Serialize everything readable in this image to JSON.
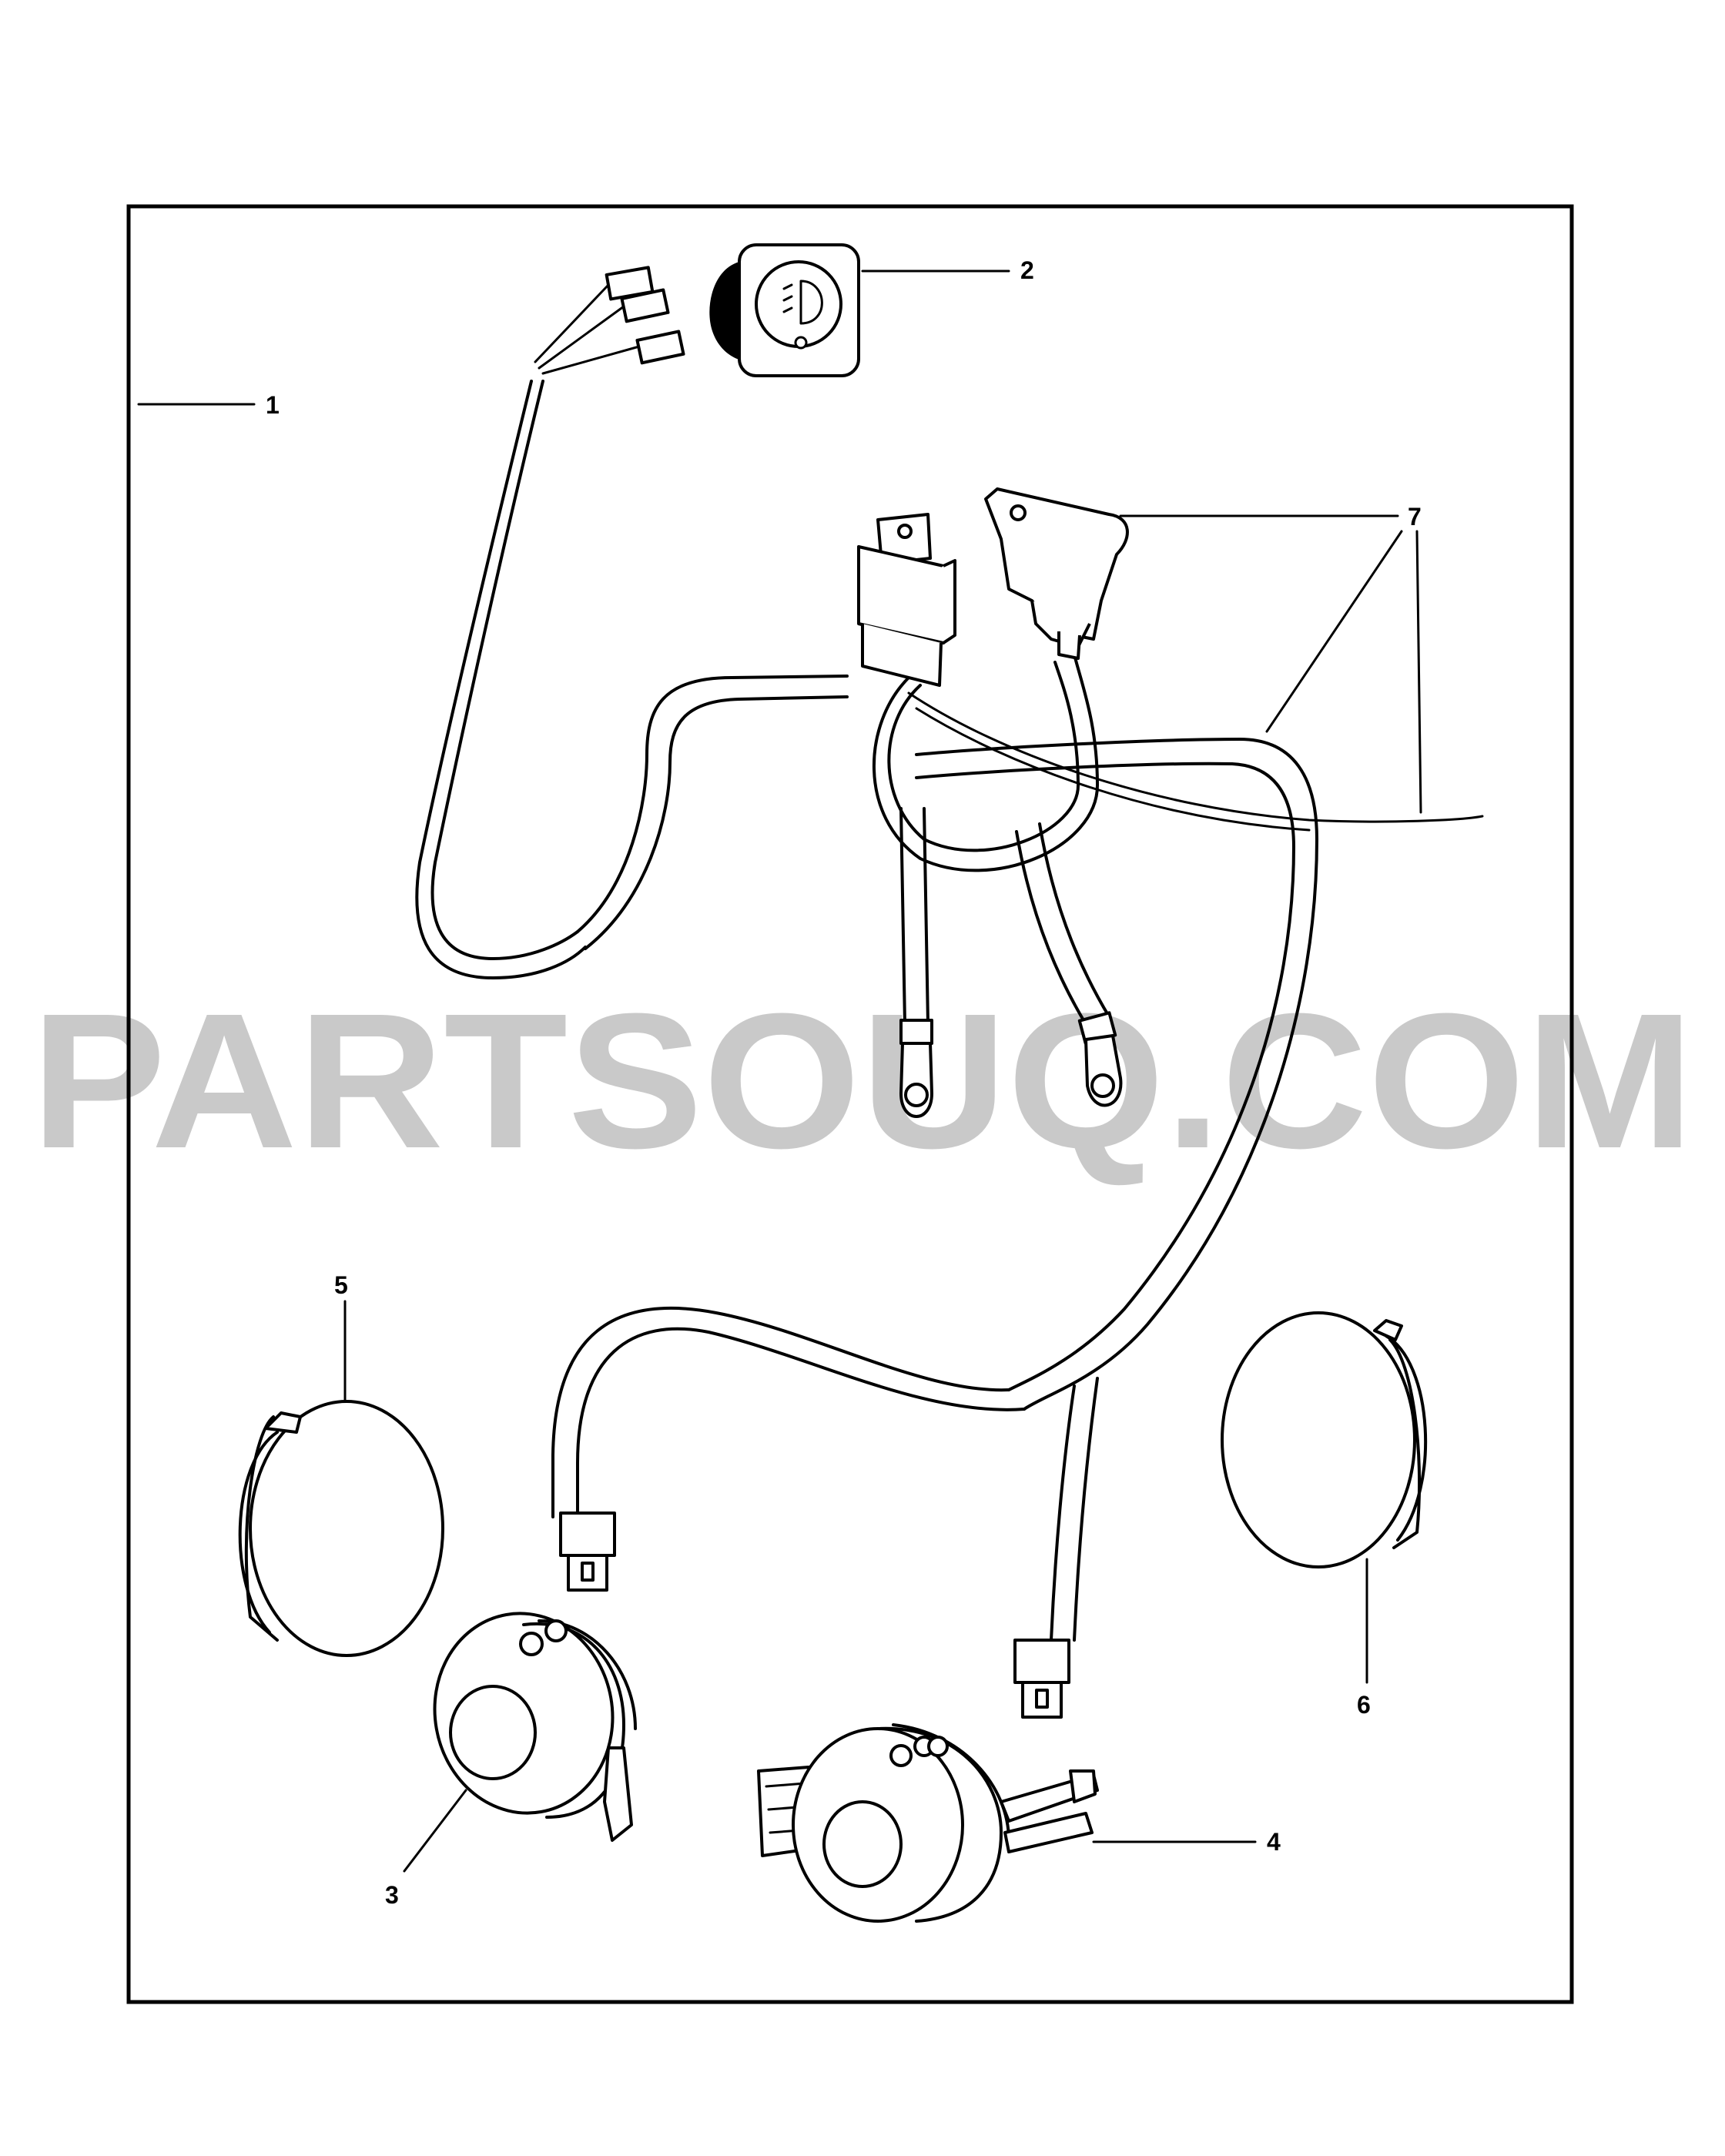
{
  "watermark": "PARTSOUQ.COM",
  "callouts": [
    "1",
    "2",
    "3",
    "4",
    "5",
    "6",
    "7"
  ],
  "parts": [
    {
      "ref": "1",
      "part": "wiring harness"
    },
    {
      "ref": "2",
      "part": "fog lamp switch"
    },
    {
      "ref": "3",
      "part": "fog lamp"
    },
    {
      "ref": "4",
      "part": "fog lamp with bracket"
    },
    {
      "ref": "5",
      "part": "fog lamp bezel"
    },
    {
      "ref": "6",
      "part": "fog lamp bezel"
    },
    {
      "ref": "7",
      "part": "relay and fuse"
    }
  ]
}
